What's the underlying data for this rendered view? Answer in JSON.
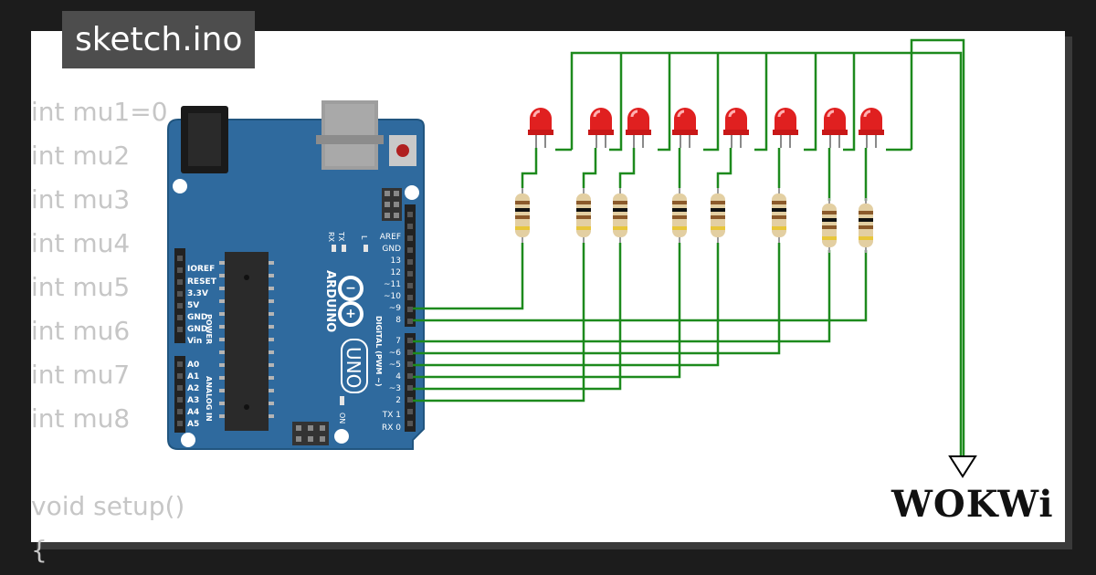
{
  "file_tab": {
    "label": "sketch.ino"
  },
  "code_lines": [
    "int mu1=0",
    "int mu2",
    "int mu3",
    "int mu4",
    "int mu5",
    "int mu6",
    "int mu7",
    "int mu8",
    "",
    "void setup()",
    "{"
  ],
  "board": {
    "brand": "ARDUINO",
    "model": "UNO",
    "on_label": "ON",
    "l_label": "L",
    "tx_label": "TX",
    "rx_label": "RX",
    "power_label": "POWER",
    "analog_label": "ANALOG IN",
    "digital_label": "DIGITAL (PWM ~)",
    "power_pins": [
      "IOREF",
      "RESET",
      "3.3V",
      "5V",
      "GND",
      "GND",
      "Vin"
    ],
    "analog_pins": [
      "A0",
      "A1",
      "A2",
      "A3",
      "A4",
      "A5"
    ],
    "digital_top_pins": [
      "AREF",
      "GND",
      "13",
      "12",
      "~11",
      "~10",
      "~9",
      "8"
    ],
    "digital_bottom_pins": [
      "7",
      "~6",
      "~5",
      "4",
      "~3",
      "2",
      "TX 1",
      "RX 0"
    ]
  },
  "leds": {
    "count": 8,
    "color": "#e02020"
  },
  "resistors": {
    "count": 8
  },
  "wire_color": "#1d8a1d",
  "logo": {
    "text": "WOKWi"
  }
}
